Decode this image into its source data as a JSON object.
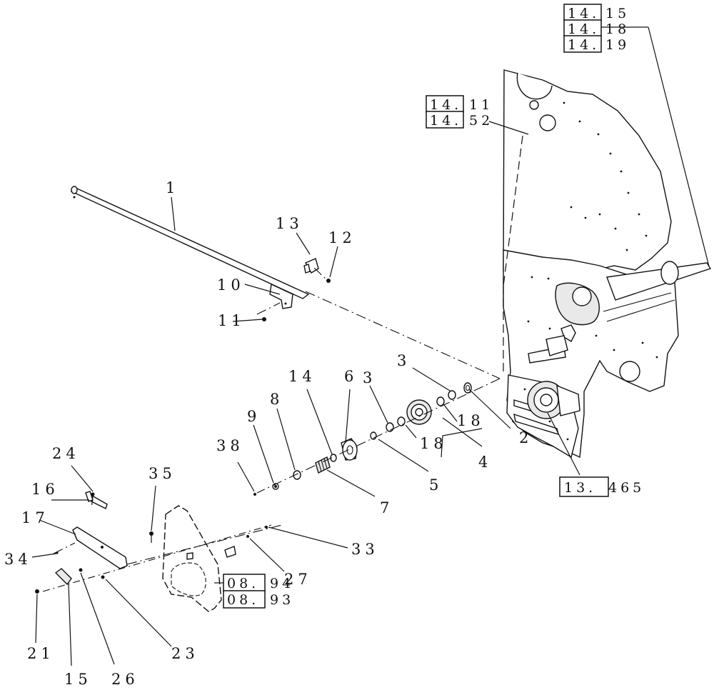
{
  "callouts": {
    "c1": "1",
    "c2": "2",
    "c3a": "3",
    "c3b": "3",
    "c4": "4",
    "c5": "5",
    "c6": "6",
    "c7": "7",
    "c8": "8",
    "c9": "9",
    "c10": "10",
    "c11": "11",
    "c12": "12",
    "c13": "13",
    "c14": "14",
    "c15": "15",
    "c16": "16",
    "c17": "17",
    "c18a": "18",
    "c18b": "18",
    "c21": "21",
    "c23": "23",
    "c24": "24",
    "c26": "26",
    "c27": "27",
    "c33": "33",
    "c34": "34",
    "c35": "35",
    "c38": "38"
  },
  "refs": {
    "r1415": {
      "box": "14.",
      "tail": "15"
    },
    "r1418": {
      "box": "14.",
      "tail": "18"
    },
    "r1419": {
      "box": "14.",
      "tail": "19"
    },
    "r1411": {
      "box": "14.",
      "tail": "11"
    },
    "r1452": {
      "box": "14.",
      "tail": "52"
    },
    "r13465": {
      "box": "13.",
      "tail": "465"
    },
    "r0894": {
      "box": "08.",
      "tail": "94"
    },
    "r0893": {
      "box": "08.",
      "tail": "93"
    }
  }
}
